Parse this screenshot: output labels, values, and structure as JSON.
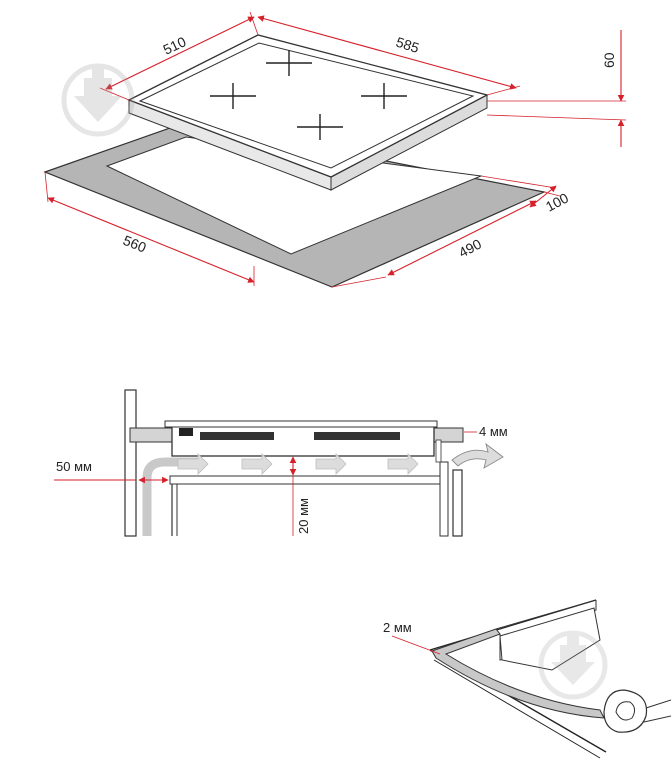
{
  "cooktop_dimensions": {
    "width_top": "510",
    "depth_top": "585",
    "height": "60",
    "cutout_width": "560",
    "cutout_depth": "490",
    "rear_margin": "100"
  },
  "ventilation": {
    "side_gap": "50 мм",
    "front_gap": "4 мм",
    "under_gap": "20 мм"
  },
  "seal": {
    "thickness": "2 мм"
  },
  "colors": {
    "accent": "#d6202a",
    "frame": "#333333",
    "gray_fill": "#b4b4b4",
    "light_gray": "#d4d4d4",
    "arrow_fill": "#dcdcdc"
  },
  "watermark_icon": "shovel-drop-logo"
}
